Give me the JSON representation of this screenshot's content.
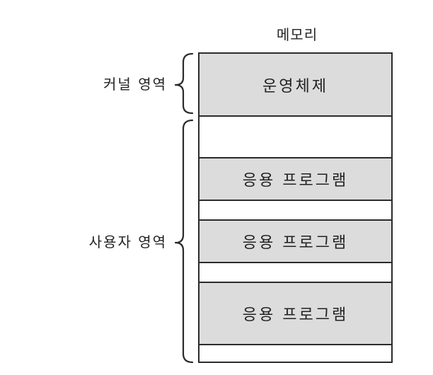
{
  "title": "메모리",
  "regions": {
    "kernel": {
      "label": "커널 영역"
    },
    "user": {
      "label": "사용자 영역"
    }
  },
  "blocks": [
    {
      "label": "운영체제"
    },
    {
      "label": "응용 프로그램"
    },
    {
      "label": "응용 프로그램"
    },
    {
      "label": "응용 프로그램"
    }
  ]
}
